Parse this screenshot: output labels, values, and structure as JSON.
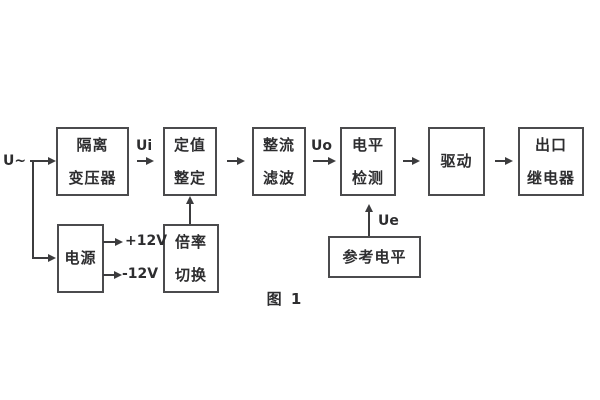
{
  "figure": {
    "caption": "图 1"
  },
  "blocks": [
    {
      "lines": [
        "隔离",
        "变压器"
      ]
    },
    {
      "lines": [
        "定值",
        "整定"
      ]
    },
    {
      "lines": [
        "整流",
        "滤波"
      ]
    },
    {
      "lines": [
        "电平",
        "检测"
      ]
    },
    {
      "lines": [
        "驱动"
      ]
    },
    {
      "lines": [
        "出口",
        "继电器"
      ]
    },
    {
      "lines": [
        "电源"
      ]
    },
    {
      "lines": [
        "倍率",
        "切换"
      ]
    },
    {
      "lines": [
        "参考电平"
      ]
    }
  ],
  "labels": {
    "input": "U~",
    "ui": "Ui",
    "uo": "Uo",
    "ue": "Ue",
    "plus12v": "+12V",
    "minus12v": "-12V"
  },
  "colors": {
    "line": "#3c3c3e",
    "box_border": "#4b4b4d",
    "text": "#2d2d2f",
    "background": "#ffffff"
  }
}
